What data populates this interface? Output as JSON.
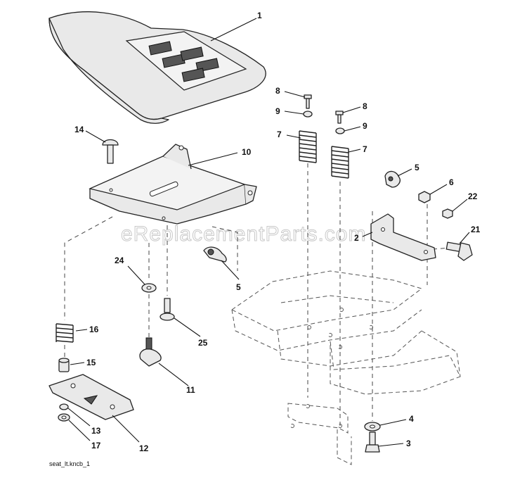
{
  "watermark": "eReplacementParts.com",
  "caption": "seat_lt.kncb_1",
  "callouts": {
    "seat": "1",
    "seat_pan": "10",
    "carriage_bolt": "14",
    "wing_knob_left": "5",
    "washer_24": "24",
    "shoulder_bolt_25": "25",
    "spring_16": "16",
    "bushing_15": "15",
    "knob_11": "11",
    "slide_plate_12": "12",
    "nut_13": "13",
    "washer_17": "17",
    "bolt_8_left": "8",
    "washer_9_left": "9",
    "spring_7_left": "7",
    "bolt_8_right": "8",
    "washer_9_right": "9",
    "spring_7_right": "7",
    "wing_knob_right": "5",
    "nut_6": "6",
    "nut_22": "22",
    "bracket_2": "2",
    "bolt_21": "21",
    "washer_4": "4",
    "bolt_3": "3"
  }
}
